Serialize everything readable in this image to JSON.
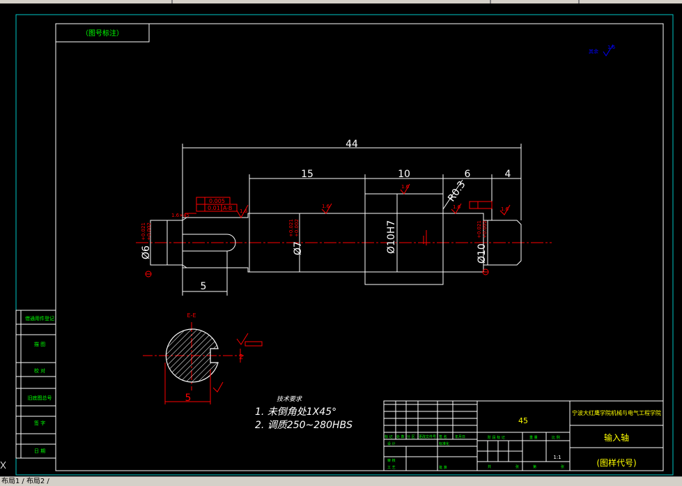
{
  "window": {
    "status_tabs": [
      "布局1",
      "布局2"
    ]
  },
  "drawing": {
    "top_box_label": "（图号标注）",
    "surface_roughness_corner": "其余",
    "overall_length": "44",
    "seg_lengths": [
      "15",
      "10",
      "6",
      "4"
    ],
    "key_length": "5",
    "radius": "R0.3",
    "diameters": {
      "d6": "Ø6",
      "d6_tol_upper": "+0.021",
      "d6_tol_lower": "+0.002",
      "d7": "Ø7",
      "d7_tol_upper": "+0.021",
      "d7_tol_lower": "+0.002",
      "d10h7": "Ø10H7",
      "d10": "Ø10",
      "d10_tol_upper": "+0.021",
      "d10_tol_lower": "+0.002"
    },
    "chamfer_note": "1.6×45",
    "roughness": [
      "1.6",
      "1.6",
      "1.6",
      "1.6",
      "1.6"
    ],
    "runout": "0.005",
    "position_tol": "0.01",
    "datum_ref": "A-B",
    "section_label": "E-E",
    "section_dim": "5",
    "section_depth": "2",
    "tech_title": "技术要求",
    "tech_notes": [
      "1. 未倒角处1X45°",
      "2. 调质250~280HBS"
    ]
  },
  "left_table": [
    "借通用件登记",
    "描 图",
    "校 对",
    "旧底图总号",
    "签 字",
    "日 期"
  ],
  "title_block": {
    "material": "45",
    "school": "宁波大红鹰学院机械与电气工程学院",
    "part_name": "输入轴",
    "drawing_no": "(图样代号)",
    "scale": "1:1",
    "row_labels": [
      "标 记",
      "处 数",
      "分 区",
      "更改文件号",
      "签 名",
      "年月日"
    ],
    "left_labels": [
      "设 计",
      "标准化",
      "审 核",
      "工 艺",
      "批 准"
    ],
    "stage_labels": [
      "阶 段 标 记",
      "重 量",
      "比 例"
    ],
    "sheet_labels": [
      "共",
      "张",
      "第",
      "张"
    ]
  },
  "colors": {
    "frame": "#00c8c8",
    "lines": "#ffffff",
    "red": "#ff0000",
    "green": "#00ff00",
    "blue": "#0000ff",
    "yellow": "#ffff00"
  }
}
